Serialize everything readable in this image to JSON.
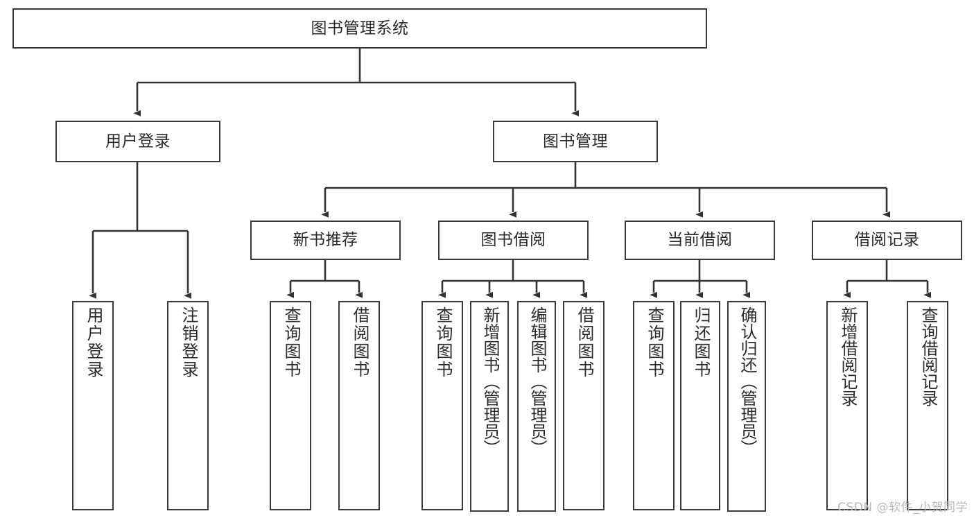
{
  "diagram": {
    "title": "图书管理系统",
    "type": "tree-hierarchy",
    "watermark": "CSDN @软件_小贺同学",
    "colors": {
      "node_border": "#3a3a3a",
      "node_fill": "#ffffff",
      "edge": "#333333",
      "text": "#2b2b2b",
      "watermark": "#b9b9b9",
      "background": "#ffffff"
    },
    "root": {
      "label": "图书管理系统"
    },
    "level2": [
      {
        "label": "用户登录"
      },
      {
        "label": "图书管理"
      }
    ],
    "level3": [
      {
        "label": "新书推荐"
      },
      {
        "label": "图书借阅"
      },
      {
        "label": "当前借阅"
      },
      {
        "label": "借阅记录"
      }
    ],
    "leaves": {
      "user_login": [
        {
          "label": "用户登录"
        },
        {
          "label": "注销登录"
        }
      ],
      "new_book": [
        {
          "label": "查询图书"
        },
        {
          "label": "借阅图书"
        }
      ],
      "book_borrow": [
        {
          "label": "查询图书"
        },
        {
          "label": "新增图书（管理员）"
        },
        {
          "label": "编辑图书（管理员）"
        },
        {
          "label": "借阅图书"
        }
      ],
      "current_borrow": [
        {
          "label": "查询图书"
        },
        {
          "label": "归还图书"
        },
        {
          "label": "确认归还（管理员）"
        }
      ],
      "borrow_record": [
        {
          "label": "新增借阅记录"
        },
        {
          "label": "查询借阅记录"
        }
      ]
    }
  }
}
